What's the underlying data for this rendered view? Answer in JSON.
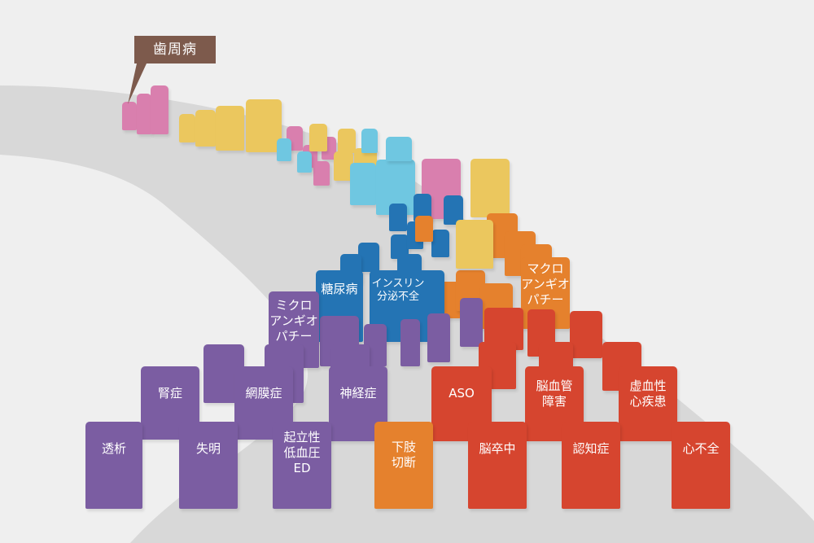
{
  "title_tag": {
    "label": "歯周病"
  },
  "colors": {
    "periodontal": "#d97fae",
    "yellow": "#ebc75e",
    "light_blue": "#6fc7e1",
    "blue": "#2474b4",
    "orange": "#e5812d",
    "purple": "#7b5da2",
    "red": "#d6452f",
    "road": "#d8d8d8",
    "background": "#efefef",
    "tag": "#7d5a4c"
  },
  "labels": {
    "diabetes": "糖尿病",
    "insulin_insufficiency": "インスリン\n分泌不全",
    "micro_angiopathy": "ミクロ\nアンギオ\nパチー",
    "macro_angiopathy": "マクロ\nアンギオ\nパチー",
    "nephropathy": "腎症",
    "retinopathy": "網膜症",
    "neuropathy": "神経症",
    "dialysis": "透析",
    "blindness": "失明",
    "orthostatic_hypotension_ed": "起立性\n低血圧\nED",
    "amputation": "下肢\n切断",
    "aso": "ASO",
    "cerebrovascular_disorder": "脳血管\n障害",
    "ischemic_heart_disease": "虚血性\n心疾患",
    "stroke": "脳卒中",
    "dementia": "認知症",
    "heart_failure": "心不全"
  }
}
